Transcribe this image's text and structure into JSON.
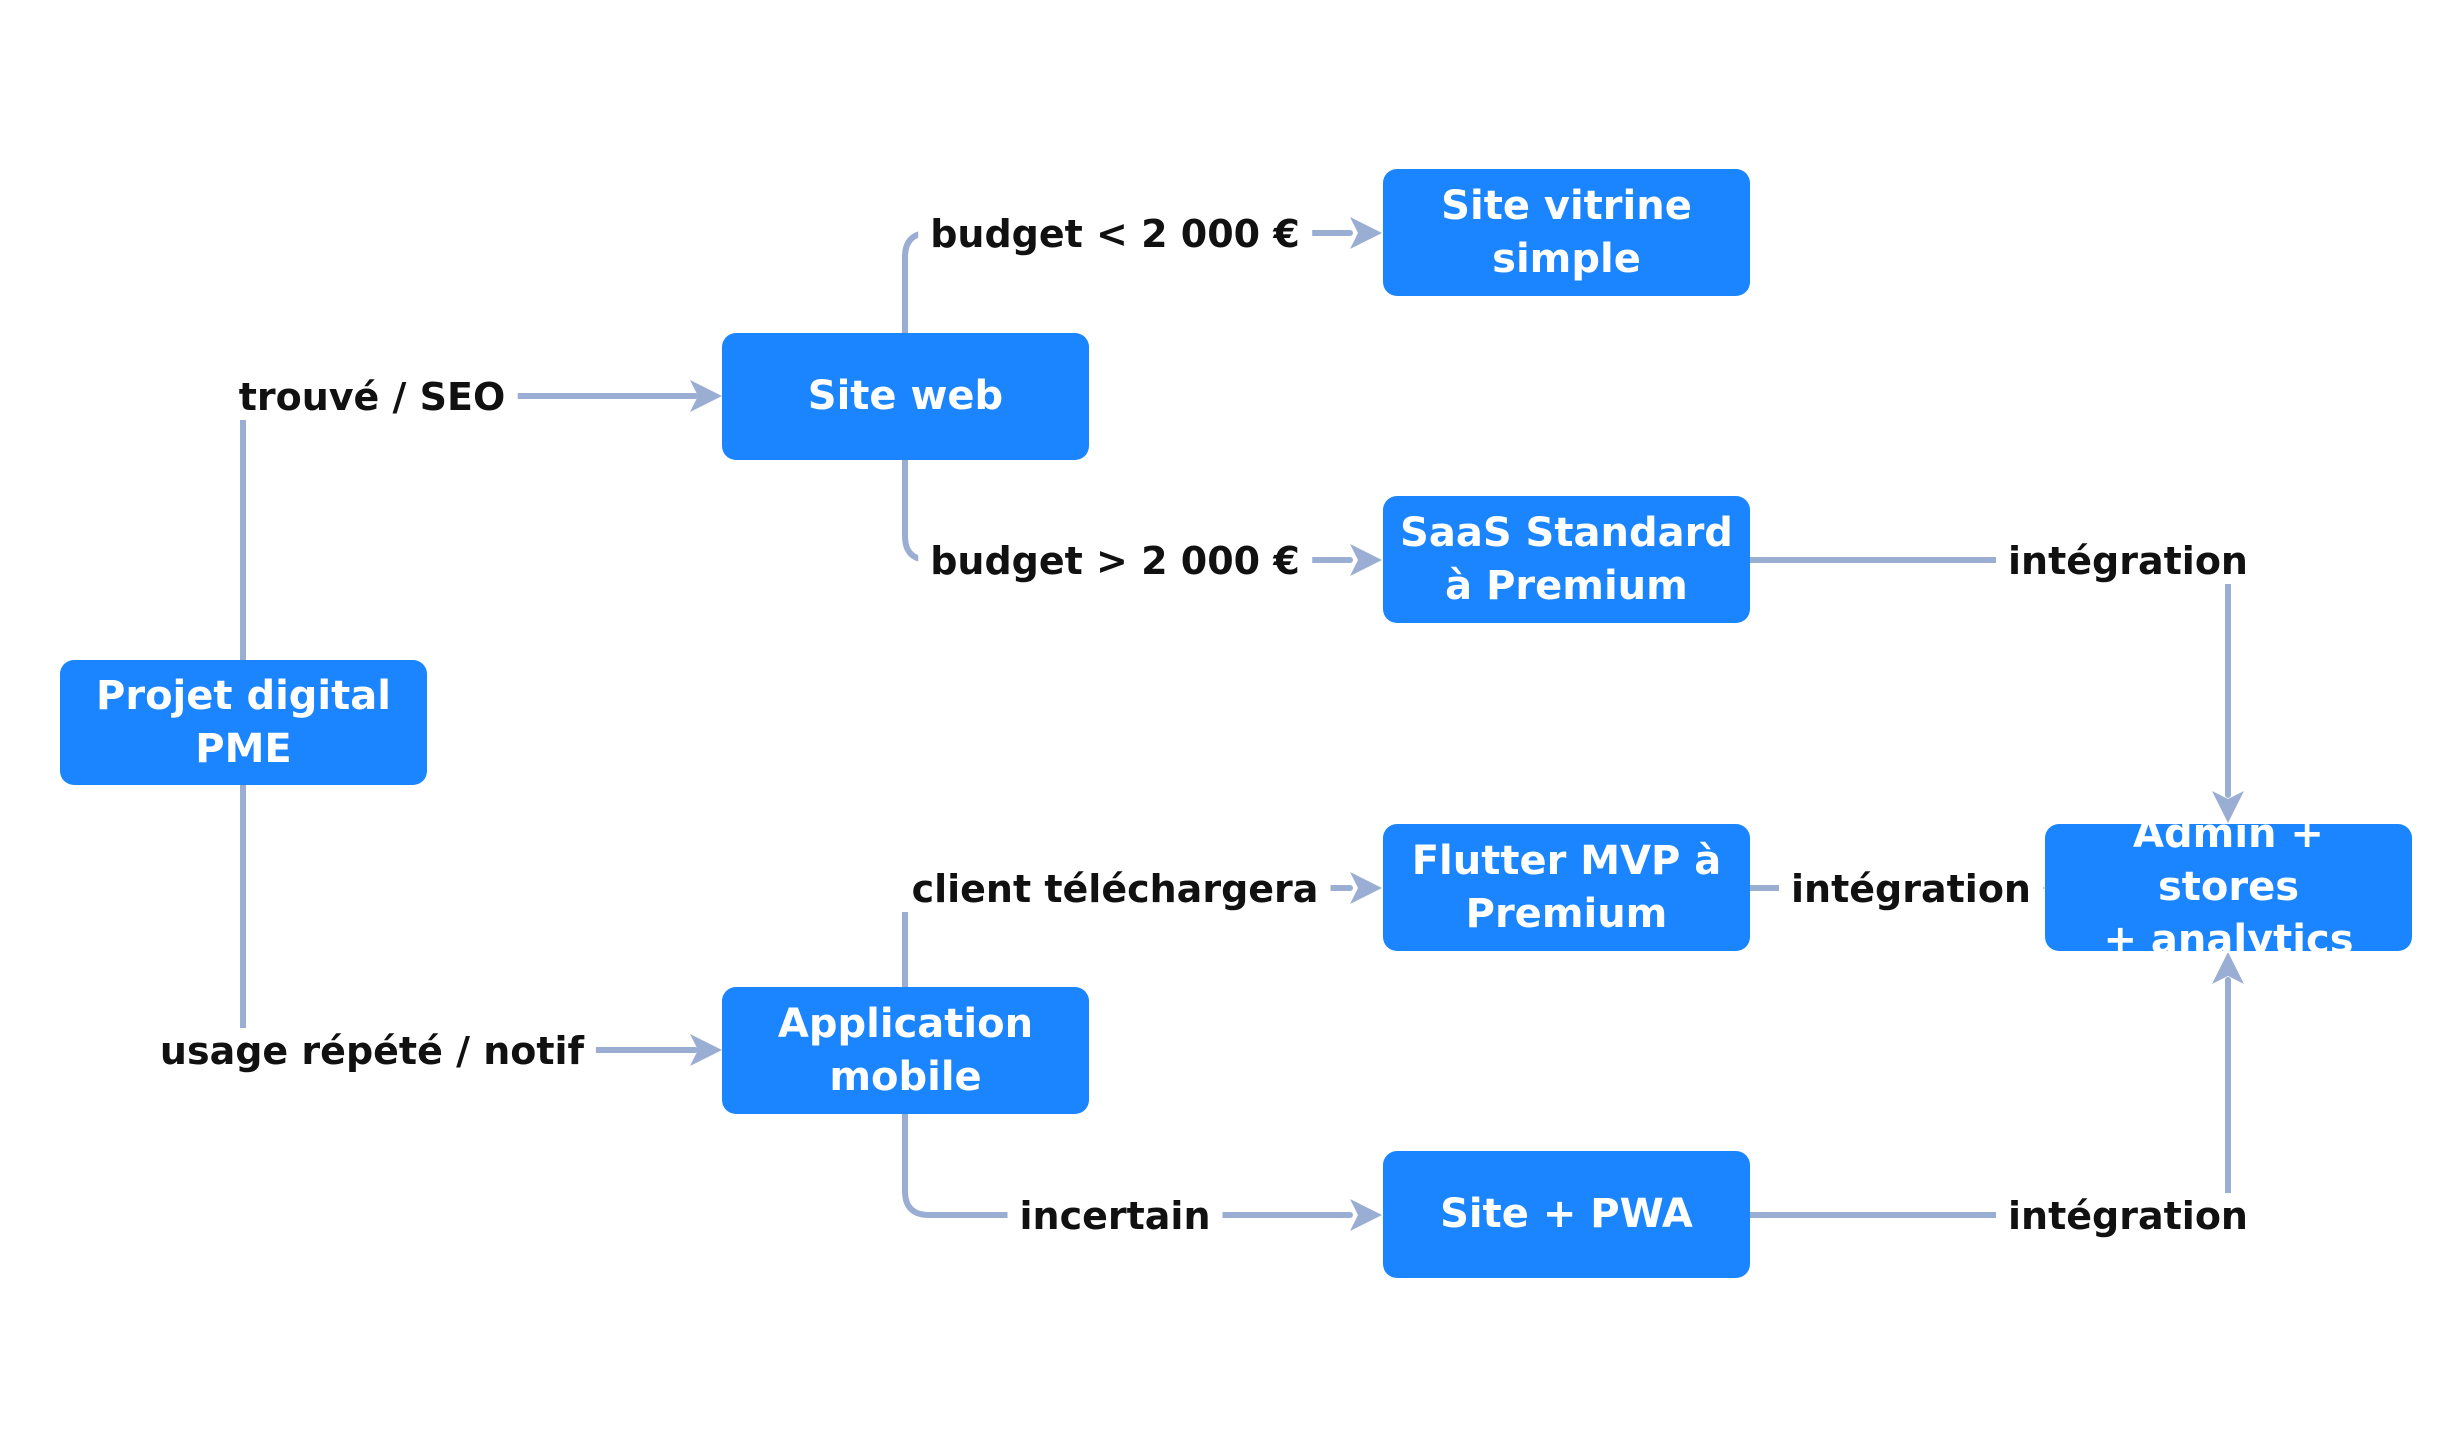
{
  "nodes": {
    "projet": {
      "lines": [
        "Projet digital",
        "PME"
      ]
    },
    "site_web": {
      "lines": [
        "Site web"
      ]
    },
    "app_mobile": {
      "lines": [
        "Application",
        "mobile"
      ]
    },
    "vitrine": {
      "lines": [
        "Site vitrine",
        "simple"
      ]
    },
    "saas": {
      "lines": [
        "SaaS Standard",
        "à Premium"
      ]
    },
    "flutter": {
      "lines": [
        "Flutter MVP à",
        "Premium"
      ]
    },
    "pwa": {
      "lines": [
        "Site + PWA"
      ]
    },
    "admin": {
      "lines": [
        "Admin + stores",
        "+ analytics"
      ]
    }
  },
  "edges": [
    {
      "from": "projet",
      "to": "site_web",
      "label": "trouvé / SEO"
    },
    {
      "from": "projet",
      "to": "app_mobile",
      "label": "usage répété / notif"
    },
    {
      "from": "site_web",
      "to": "vitrine",
      "label": "budget < 2 000 €"
    },
    {
      "from": "site_web",
      "to": "saas",
      "label": "budget > 2 000 €"
    },
    {
      "from": "app_mobile",
      "to": "flutter",
      "label": "client téléchargera"
    },
    {
      "from": "app_mobile",
      "to": "pwa",
      "label": "incertain"
    },
    {
      "from": "saas",
      "to": "admin",
      "label": "intégration"
    },
    {
      "from": "flutter",
      "to": "admin",
      "label": "intégration"
    },
    {
      "from": "pwa",
      "to": "admin",
      "label": "intégration"
    }
  ],
  "colors": {
    "node_fill": "#1a85ff",
    "node_text": "#ffffff",
    "edge": "#9aadd3",
    "label_text": "#111111"
  }
}
